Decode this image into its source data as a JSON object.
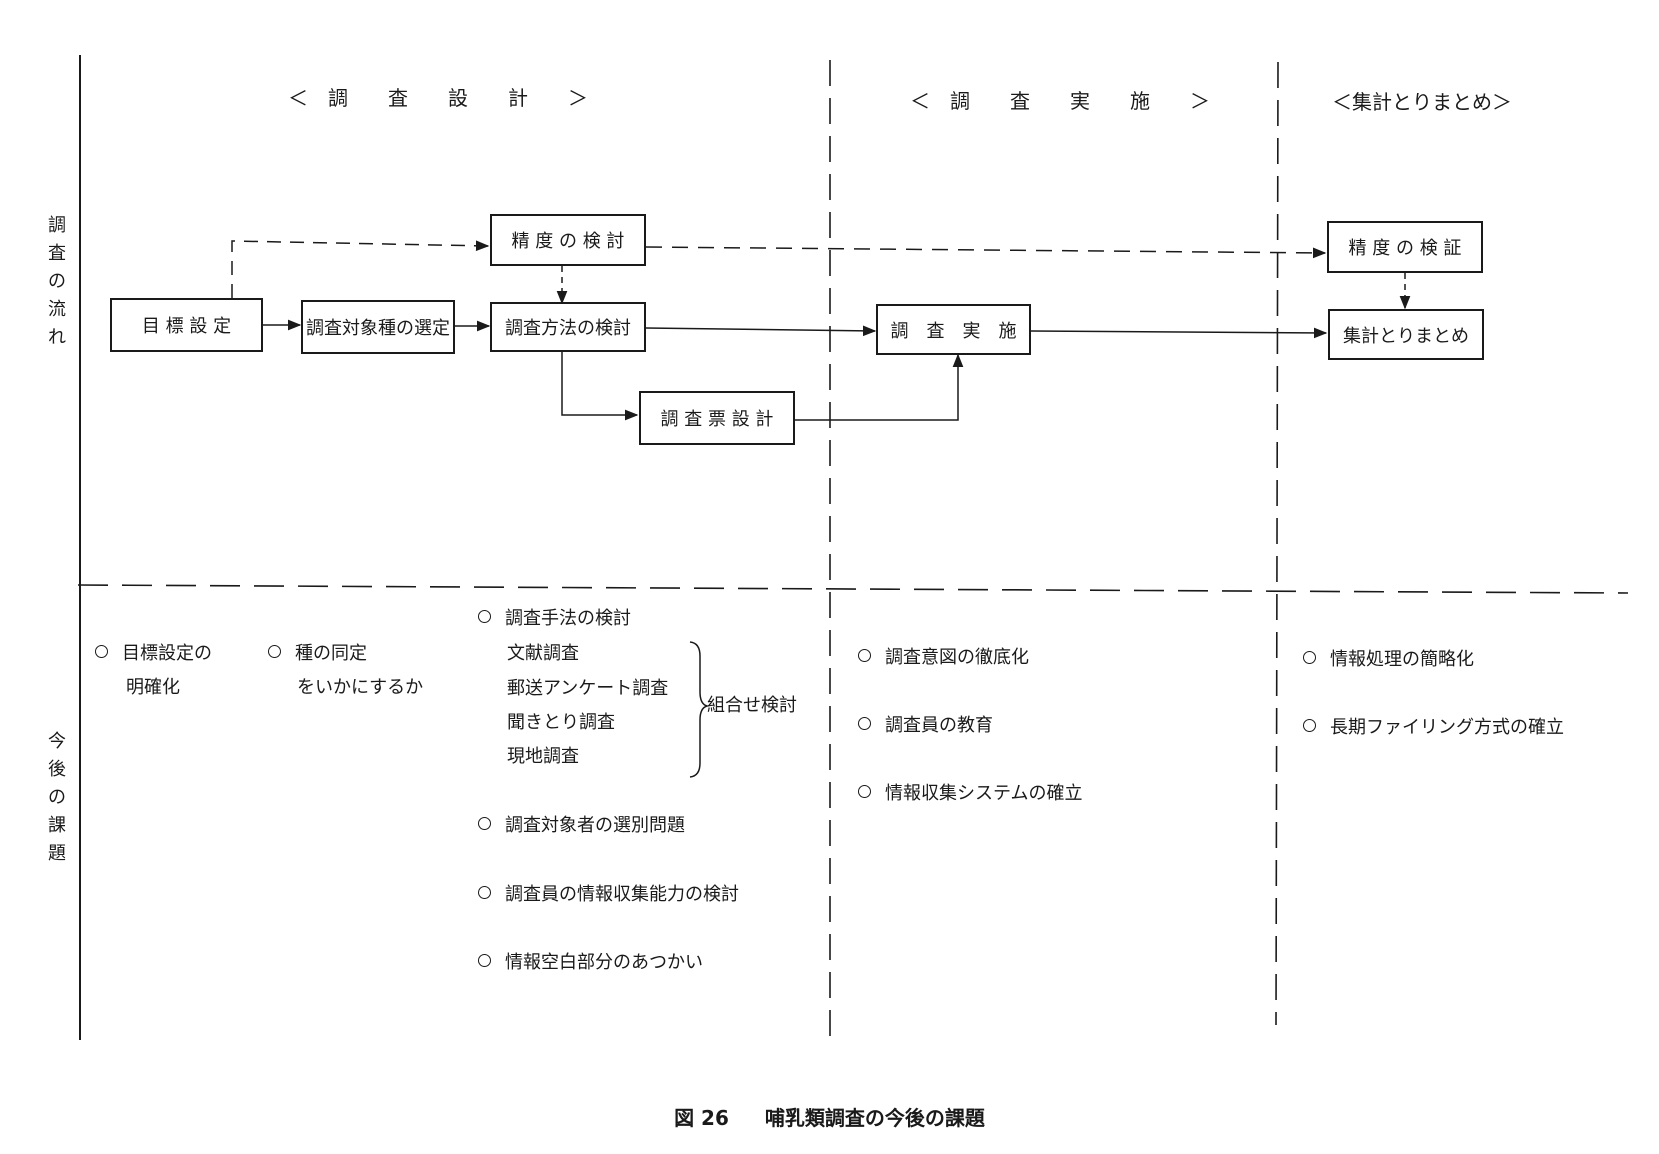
{
  "sections": {
    "design": "＜　調　　査　　設　　計　　＞",
    "implementation": "＜　調　　査　　実　　施　　＞",
    "summary": "＜集計とりまとめ＞"
  },
  "row_labels": {
    "flow": [
      "調",
      "査",
      "の",
      "流",
      "れ"
    ],
    "issues": [
      "今",
      "後",
      "の",
      "課",
      "題"
    ]
  },
  "flow_boxes": {
    "goal_setting": "目 標 設 定",
    "target_selection": "調査対象種の選定",
    "accuracy_review": "精 度 の 検 討",
    "method_review": "調査方法の検討",
    "questionnaire_design": "調 査 票 設 計",
    "survey_execution": "調　査　実　施",
    "accuracy_verification": "精 度 の 検 証",
    "aggregation": "集計とりまとめ"
  },
  "issues": {
    "goal_clarify": [
      "目標設定の",
      "明確化"
    ],
    "species_id": [
      "種の同定",
      "をいかにするか"
    ],
    "method_review": "調査手法の検討",
    "methods": [
      "文献調査",
      "郵送アンケート調査",
      "聞きとり調査",
      "現地調査"
    ],
    "combination": "組合せ検討",
    "respondent_selection": "調査対象者の選別問題",
    "investigator_ability": "調査員の情報収集能力の検討",
    "information_gaps": "情報空白部分のあつかい",
    "intent_thorough": "調査意図の徹底化",
    "investigator_training": "調査員の教育",
    "info_system": "情報収集システムの確立",
    "info_processing": "情報処理の簡略化",
    "long_term_filing": "長期ファイリング方式の確立"
  },
  "caption": {
    "number": "図 26",
    "title": "哺乳類調査の今後の課題"
  }
}
